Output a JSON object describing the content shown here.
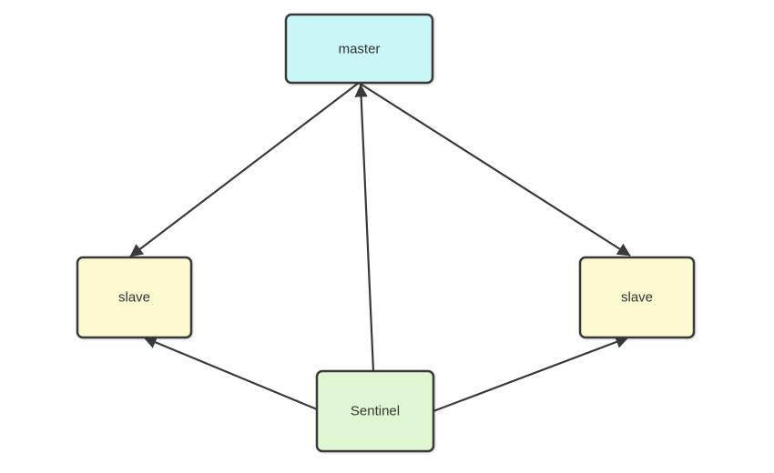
{
  "diagram": {
    "title": "redis-sentinel-topology",
    "background_color": "#ffffff",
    "stroke_color": "#3a3a3a",
    "text_color": "#333333",
    "nodes": {
      "master": {
        "label": "master",
        "fill": "#c9f6f7",
        "role": "master-node"
      },
      "slave_left": {
        "label": "slave",
        "fill": "#fbf9d0",
        "role": "slave-node"
      },
      "slave_right": {
        "label": "slave",
        "fill": "#fbf9d0",
        "role": "slave-node"
      },
      "sentinel": {
        "label": "Sentinel",
        "fill": "#e0f6d3",
        "role": "sentinel-node"
      }
    },
    "edges": [
      {
        "from": "master",
        "to": "slave_left",
        "arrowhead_at": "slave_left"
      },
      {
        "from": "master",
        "to": "slave_right",
        "arrowhead_at": "slave_right"
      },
      {
        "from": "sentinel",
        "to": "master",
        "arrowhead_at": "master"
      },
      {
        "from": "sentinel",
        "to": "slave_left",
        "arrowhead_at": "slave_left"
      },
      {
        "from": "sentinel",
        "to": "slave_right",
        "arrowhead_at": "slave_right"
      }
    ]
  }
}
